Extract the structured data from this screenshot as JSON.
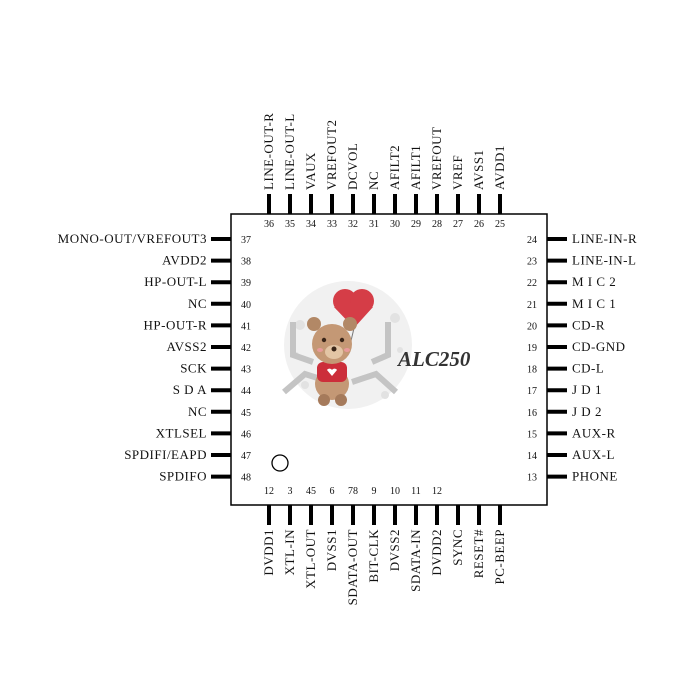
{
  "chip": {
    "name": "ALC250"
  },
  "pins": {
    "top": [
      {
        "num": "36",
        "label": "LINE-OUT-R"
      },
      {
        "num": "35",
        "label": "LINE-OUT-L"
      },
      {
        "num": "34",
        "label": "VAUX"
      },
      {
        "num": "33",
        "label": "VREFOUT2"
      },
      {
        "num": "32",
        "label": "DCVOL"
      },
      {
        "num": "31",
        "label": "NC"
      },
      {
        "num": "30",
        "label": "AFILT2"
      },
      {
        "num": "29",
        "label": "AFILT1"
      },
      {
        "num": "28",
        "label": "VREFOUT"
      },
      {
        "num": "27",
        "label": "VREF"
      },
      {
        "num": "26",
        "label": "AVSS1"
      },
      {
        "num": "25",
        "label": "AVDD1"
      }
    ],
    "left": [
      {
        "num": "37",
        "label": "MONO-OUT/VREFOUT3"
      },
      {
        "num": "38",
        "label": "AVDD2"
      },
      {
        "num": "39",
        "label": "HP-OUT-L"
      },
      {
        "num": "40",
        "label": "NC"
      },
      {
        "num": "41",
        "label": "HP-OUT-R"
      },
      {
        "num": "42",
        "label": "AVSS2"
      },
      {
        "num": "43",
        "label": "SCK"
      },
      {
        "num": "44",
        "label": "S D A"
      },
      {
        "num": "45",
        "label": "NC"
      },
      {
        "num": "46",
        "label": "XTLSEL"
      },
      {
        "num": "47",
        "label": "SPDIFI/EAPD"
      },
      {
        "num": "48",
        "label": "SPDIFO"
      }
    ],
    "right": [
      {
        "num": "24",
        "label": "LINE-IN-R"
      },
      {
        "num": "23",
        "label": "LINE-IN-L"
      },
      {
        "num": "22",
        "label": "M I C 2"
      },
      {
        "num": "21",
        "label": "M I C 1"
      },
      {
        "num": "20",
        "label": "CD-R"
      },
      {
        "num": "19",
        "label": "CD-GND"
      },
      {
        "num": "18",
        "label": "CD-L"
      },
      {
        "num": "17",
        "label": "J D 1"
      },
      {
        "num": "16",
        "label": "J D 2"
      },
      {
        "num": "15",
        "label": "AUX-R"
      },
      {
        "num": "14",
        "label": "AUX-L"
      },
      {
        "num": "13",
        "label": "PHONE"
      }
    ],
    "bottom": [
      {
        "num": "12",
        "label": "DVDD1"
      },
      {
        "num": "3",
        "label": "XTL-IN"
      },
      {
        "num": "45",
        "label": "XTL-OUT"
      },
      {
        "num": "6",
        "label": "DVSS1"
      },
      {
        "num": "78",
        "label": "SDATA-OUT"
      },
      {
        "num": "9",
        "label": "BIT-CLK"
      },
      {
        "num": "10",
        "label": "DVSS2"
      },
      {
        "num": "11",
        "label": "SDATA-IN"
      },
      {
        "num": "12",
        "label": "DVDD2"
      },
      {
        "num": "",
        "label": "SYNC"
      },
      {
        "num": "",
        "label": "RESET#"
      },
      {
        "num": "",
        "label": "PC-BEEP"
      }
    ]
  }
}
